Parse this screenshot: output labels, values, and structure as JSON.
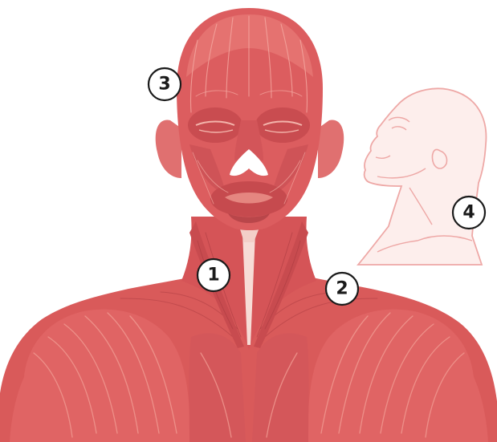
{
  "colors": {
    "muscle": "#d95a5a",
    "muscle_dark": "#b53f42",
    "muscle_light": "#ef9a92",
    "tendon": "#f7dcd6",
    "outline_figure": "#eea8a6",
    "outline_fill": "#fdeeec",
    "marker_stroke": "#1a1a1a",
    "background": "#ffffff"
  },
  "markers": [
    {
      "id": "marker-1",
      "label": "1"
    },
    {
      "id": "marker-2",
      "label": "2"
    },
    {
      "id": "marker-3",
      "label": "3"
    },
    {
      "id": "marker-4",
      "label": "4"
    }
  ]
}
